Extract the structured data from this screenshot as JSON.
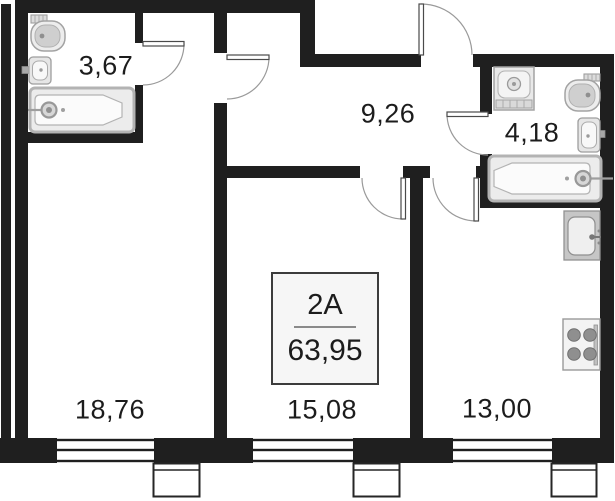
{
  "unit": {
    "code": "2A",
    "total_area": "63,95"
  },
  "rooms": [
    {
      "id": "bathroom-small",
      "area": "3,67"
    },
    {
      "id": "hallway",
      "area": "9,26"
    },
    {
      "id": "bathroom-large",
      "area": "4,18"
    },
    {
      "id": "living-room",
      "area": "18,76"
    },
    {
      "id": "bedroom",
      "area": "15,08"
    },
    {
      "id": "kitchen",
      "area": "13,00"
    }
  ],
  "fixtures": [
    "toilet",
    "wash-basin",
    "bathtub",
    "washing-machine",
    "toilet",
    "wash-basin",
    "bathtub",
    "kitchen-sink",
    "stove"
  ],
  "colors": {
    "wall": "#1f1f1f",
    "background": "#ffffff",
    "door_arc": "#9a9a9a",
    "fixture_stroke": "#a3a3a3",
    "fixture_fill": "#ececec",
    "text": "#1c1c1c"
  }
}
